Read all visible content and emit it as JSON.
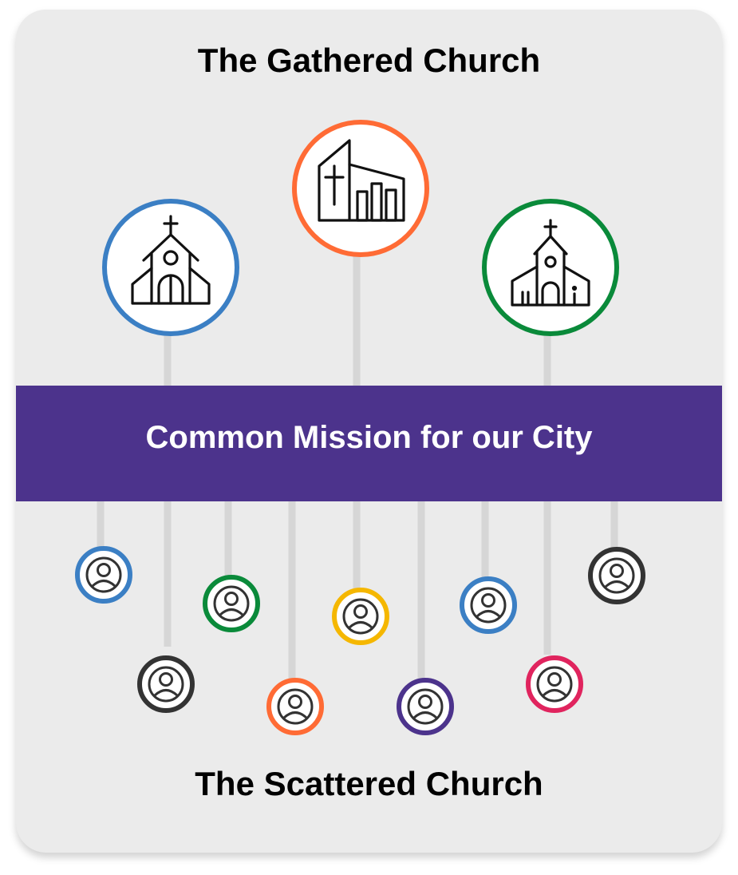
{
  "titles": {
    "gathered": "The Gathered Church",
    "scattered": "The Scattered Church",
    "mission": "Common Mission for our City"
  },
  "colors": {
    "background": "#ebebeb",
    "band": "#4c338c",
    "connector": "#d6d6d6",
    "blue": "#3b7fc4",
    "orange": "#ff6b35",
    "green": "#0a8a3a",
    "dark": "#333333",
    "yellow": "#f5b700",
    "purple": "#4c338c",
    "pink": "#e0245e"
  },
  "churches": [
    {
      "name": "church-left",
      "icon": "traditional-church-icon",
      "color": "blue"
    },
    {
      "name": "church-center",
      "icon": "modern-church-icon",
      "color": "orange"
    },
    {
      "name": "church-right",
      "icon": "chapel-icon",
      "color": "green"
    }
  ],
  "people": [
    {
      "icon": "person-icon",
      "color": "blue"
    },
    {
      "icon": "person-icon",
      "color": "dark"
    },
    {
      "icon": "person-icon",
      "color": "green"
    },
    {
      "icon": "person-icon",
      "color": "orange"
    },
    {
      "icon": "person-icon",
      "color": "yellow"
    },
    {
      "icon": "person-icon",
      "color": "purple"
    },
    {
      "icon": "person-icon",
      "color": "blue"
    },
    {
      "icon": "person-icon",
      "color": "pink"
    },
    {
      "icon": "person-icon",
      "color": "dark"
    }
  ]
}
